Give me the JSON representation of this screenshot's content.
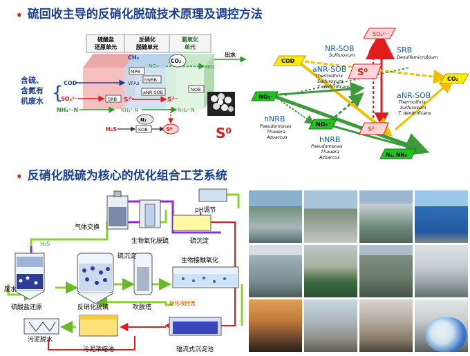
{
  "header1": "硫回收主导的反硝化脱硫技术原理及调控方法",
  "header2": "反硝化脱硫为核心的优化组合工艺系统",
  "left_diagram": {
    "units": [
      "硫酸盐\n还原单元",
      "反硝化\n脱硫单元",
      "氨氧化\n单元"
    ],
    "unit1": [
      "硫酸盐",
      "还原单元"
    ],
    "unit2": [
      "反硝化",
      "脱硫单元"
    ],
    "unit3": [
      "氨氧化",
      "单元"
    ],
    "source": [
      "含硫、",
      "含氮有",
      "机废水"
    ],
    "inputs": [
      "COD",
      "SO₄²⁻",
      "NH₄⁺-N"
    ],
    "labels": {
      "ch4": "CH₄",
      "co2": "CO₂",
      "mpb": "MPB",
      "vfas": "VFAs",
      "hnrb": "hNRB",
      "anrsob": "aNR-SOB",
      "srb": "SRB",
      "s2a": "S²⁻",
      "s2b": "S²⁻",
      "nh4a": "NH₄⁺-N",
      "nh4b": "NH₄⁺-N",
      "no3": "NO₃⁻",
      "no3b": "NO₃⁻",
      "nob": "NOB",
      "n2": "N₂",
      "h2s": "H₂S",
      "sob": "SOB",
      "s0": "S⁰",
      "out": "出水",
      "s0big": "S⁰"
    }
  },
  "right_diagram": {
    "nodes": {
      "so4": "SO₄²⁻",
      "s0": "S⁰",
      "s2": "S²⁻",
      "cod": "COD",
      "co2": "CO₂",
      "no3": "NO₃⁻",
      "no2": "NO₂⁻",
      "n2": "N₂, NH₃"
    },
    "organisms": {
      "nrsob": "NR-SOB",
      "nrsob_sub": "Sulfurovum",
      "srb": "SRB",
      "srb_sub": "Desulfomicrobium",
      "anrsob1": "aNR-SOB",
      "anrsob1_sub": [
        "Thermothrix",
        "Sulfurovum",
        "T. denitrificans"
      ],
      "anrsob2": "aNR-SOB",
      "anrsob2_sub": [
        "Thermothrix",
        "Sulfurovum",
        "T. denitrificans"
      ],
      "hnrb1": "hNRB",
      "hnrb1_sub": [
        "Pseudomonas",
        "Thauera",
        "Azoarcus"
      ],
      "hnrb2": "hNRB",
      "hnrb2_sub": [
        "Pseudomonas",
        "Thauera",
        "Azoarcus"
      ]
    }
  },
  "process": {
    "gas_exchange": "气体交换",
    "ph": "pH调节",
    "bio_oxidation_desulf": "生物氧化脱硫",
    "sulfur_settle1": "硫沉淀",
    "sulfur_settle2": "硫沉淀",
    "contact_oxidation": "生物接触氧化",
    "h2s": "H₂S",
    "wastewater": "废水",
    "sulfate_reduction": "硫酸盐还原",
    "denitrification": "反硝化脱硫",
    "stripping": "吹脱塔",
    "nitrate_return": "硝化液回流",
    "sludge_dewater": "污泥脱水",
    "sludge_thicken": "污泥浓缩池",
    "radial_clarifier": "辐流式沉淀池"
  },
  "colors": {
    "heading": "#1a3f8f",
    "yellow_box": "#ffee00",
    "green_box": "#22c222",
    "pink_box": "#ffd6d6",
    "arrow_red": "#e21b1b",
    "arrow_green": "#3c9a3c",
    "arrow_yellow": "#f0c000",
    "pipe_purple": "#8a2be2",
    "pipe_green": "#8bd12e"
  },
  "photos": [
    "photo-1",
    "photo-2",
    "photo-3",
    "photo-4",
    "photo-5",
    "photo-6",
    "photo-7",
    "photo-8",
    "photo-9",
    "photo-10",
    "photo-11",
    "photo-12"
  ]
}
